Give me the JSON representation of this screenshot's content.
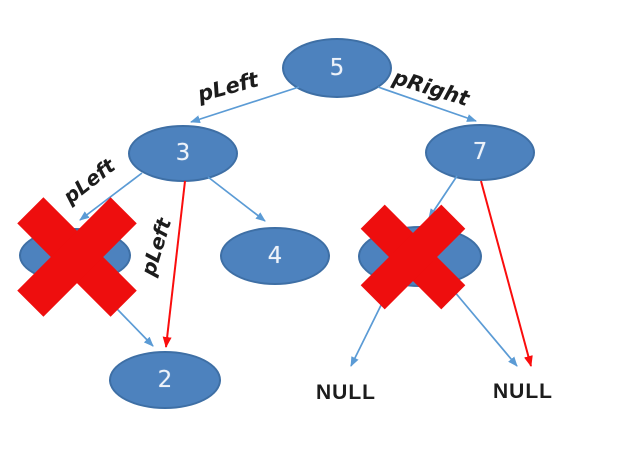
{
  "diagram": {
    "type": "binary-tree-node-deletion",
    "background": "#ffffff",
    "colors": {
      "background": "#ffffff",
      "node_fill": "#4d82be",
      "node_border": "#3e6fa5",
      "edge_blue": "#5b9bd5",
      "edge_red": "#fa0d0d",
      "cross_red": "#ee0e0e",
      "label_text": "#1c1c1c",
      "node_text": "#eef3fa"
    },
    "nodes": {
      "root": {
        "value": "5"
      },
      "left_child": {
        "value": "3"
      },
      "right_child": {
        "value": "7"
      },
      "left_right_grandchild": {
        "value": "4"
      },
      "bottom_left": {
        "value": "2"
      }
    },
    "edge_labels": {
      "root_to_left": "pLeft",
      "root_to_right": "pRight",
      "left_to_deleted": "pLeft",
      "left_to_bottom": "pLeft"
    },
    "null_labels": {
      "left": "NULL",
      "right": "NULL"
    },
    "markers": {
      "deleted_left": "red-x-cross-icon",
      "deleted_right": "red-x-cross-icon"
    }
  }
}
